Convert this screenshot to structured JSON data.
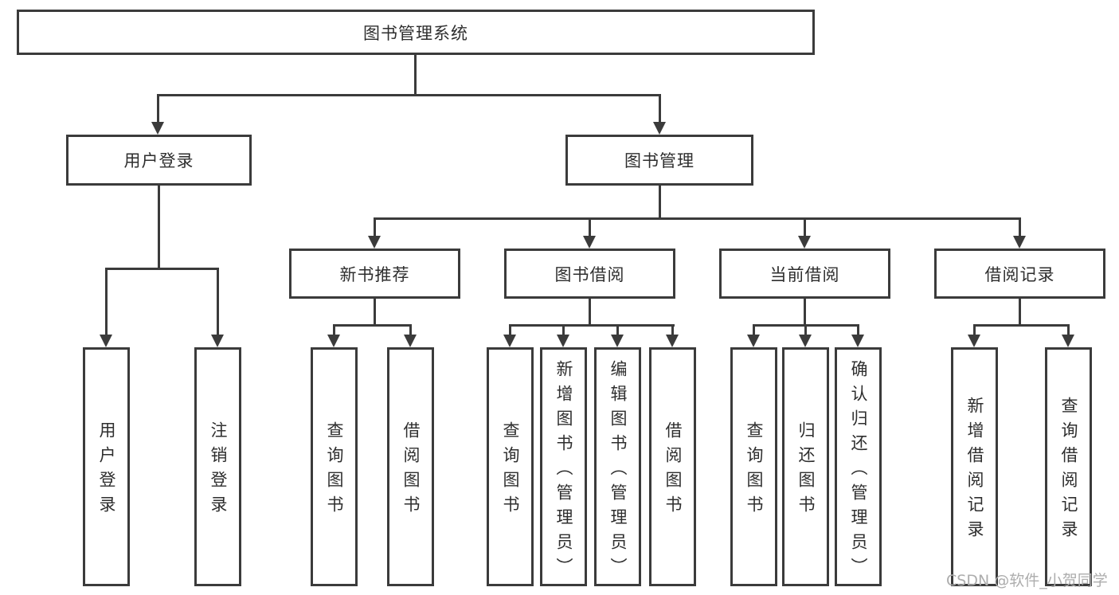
{
  "colors": {
    "line": "#3b3b3b",
    "text": "#2e2e2e",
    "box_background": "#ffffff",
    "canvas_background": "#ffffff",
    "watermark": "#adadad"
  },
  "watermark": {
    "text": "CSDN @软件_小贺同学"
  },
  "tree": {
    "label": "图书管理系统",
    "children": [
      {
        "label": "用户登录",
        "children": [
          {
            "label": "用户登录"
          },
          {
            "label": "注销登录"
          }
        ]
      },
      {
        "label": "图书管理",
        "children": [
          {
            "label": "新书推荐",
            "children": [
              {
                "label": "查询图书"
              },
              {
                "label": "借阅图书"
              }
            ]
          },
          {
            "label": "图书借阅",
            "children": [
              {
                "label": "查询图书"
              },
              {
                "label": "新增图书（管理员）"
              },
              {
                "label": "编辑图书（管理员）"
              },
              {
                "label": "借阅图书"
              }
            ]
          },
          {
            "label": "当前借阅",
            "children": [
              {
                "label": "查询图书"
              },
              {
                "label": "归还图书"
              },
              {
                "label": "确认归还（管理员）"
              }
            ]
          },
          {
            "label": "借阅记录",
            "children": [
              {
                "label": "新增借阅记录"
              },
              {
                "label": "查询借阅记录"
              }
            ]
          }
        ]
      }
    ]
  }
}
